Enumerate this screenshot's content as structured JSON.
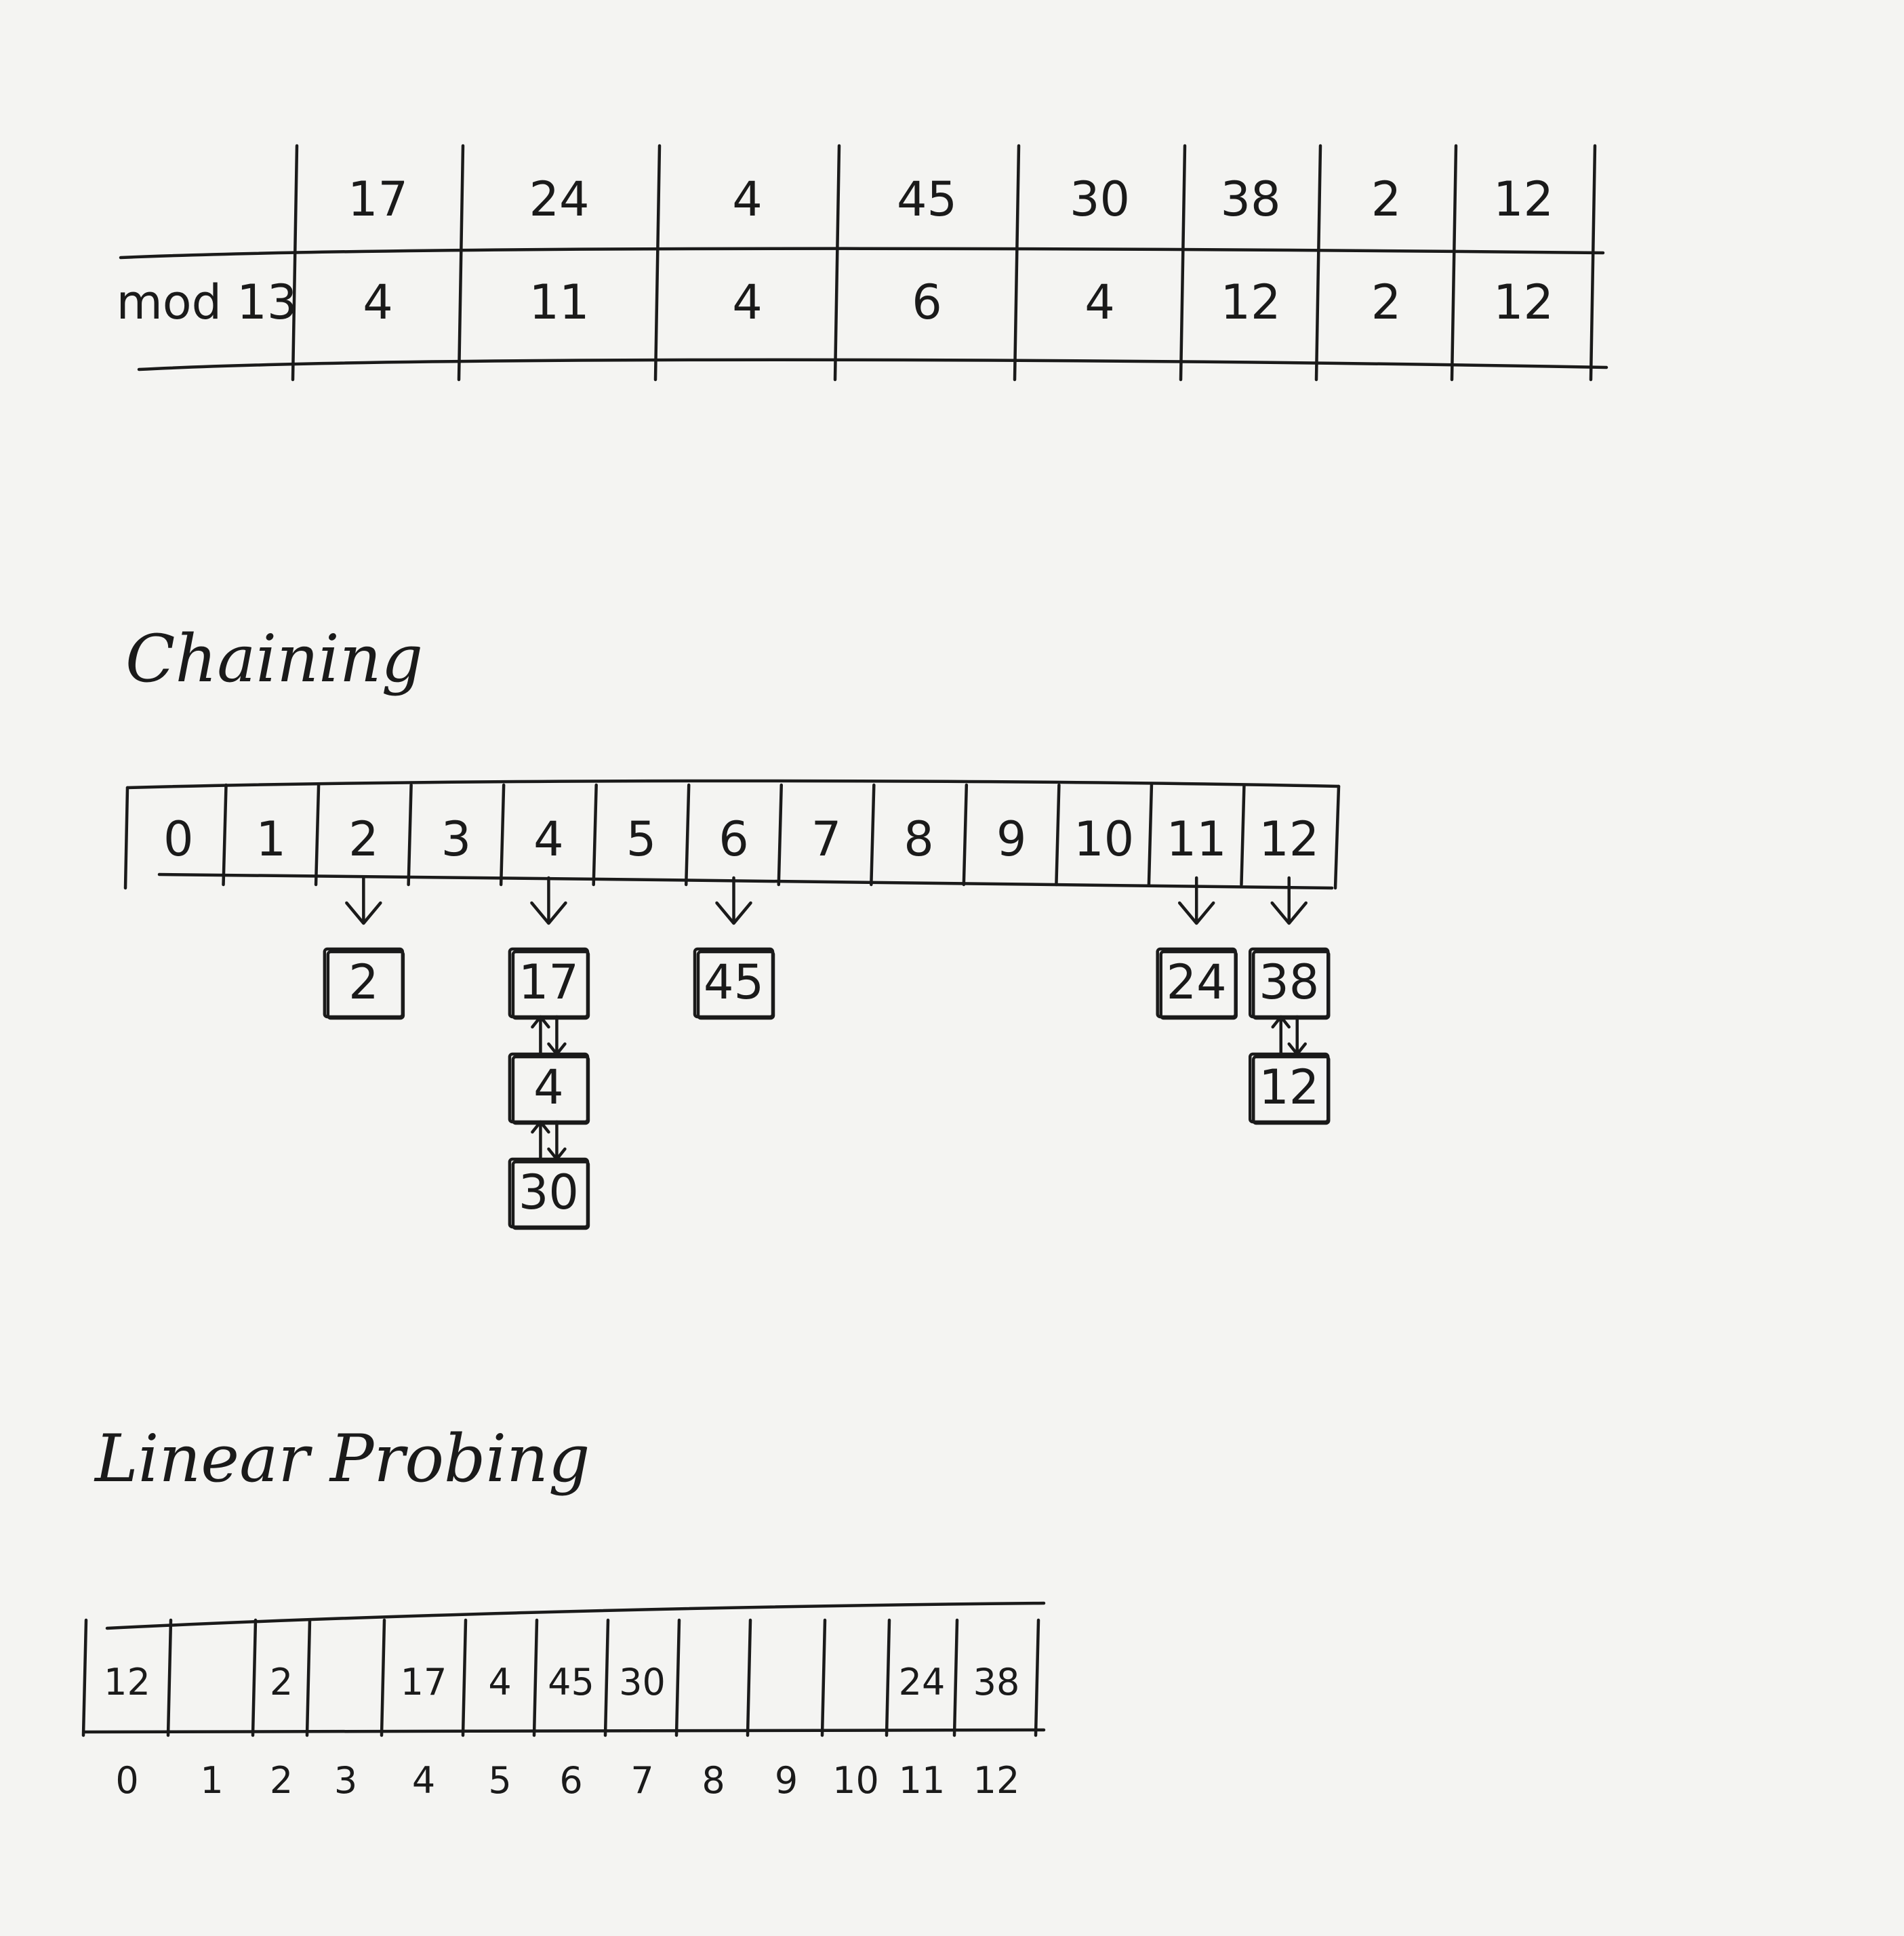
{
  "hash_table": {
    "row_label": "mod 13",
    "keys": [
      "17",
      "24",
      "4",
      "45",
      "30",
      "38",
      "2",
      "12"
    ],
    "hashes": [
      "4",
      "11",
      "4",
      "6",
      "4",
      "12",
      "2",
      "12"
    ]
  },
  "chaining": {
    "title": "Chaining",
    "indices": [
      "0",
      "1",
      "2",
      "3",
      "4",
      "5",
      "6",
      "7",
      "8",
      "9",
      "10",
      "11",
      "12"
    ],
    "chains": [
      {
        "index": 2,
        "nodes": [
          "2"
        ]
      },
      {
        "index": 4,
        "nodes": [
          "17",
          "4",
          "30"
        ]
      },
      {
        "index": 6,
        "nodes": [
          "45"
        ]
      },
      {
        "index": 11,
        "nodes": [
          "24"
        ]
      },
      {
        "index": 12,
        "nodes": [
          "38",
          "12"
        ]
      }
    ]
  },
  "linear_probing": {
    "title": "Linear Probing",
    "slots": [
      "12",
      "",
      "2",
      "",
      "17",
      "4",
      "45",
      "30",
      "",
      "",
      "",
      "24",
      "38"
    ],
    "indices": [
      "0",
      "1",
      "2",
      "3",
      "4",
      "5",
      "6",
      "7",
      "8",
      "9",
      "10",
      "11",
      "12"
    ]
  }
}
